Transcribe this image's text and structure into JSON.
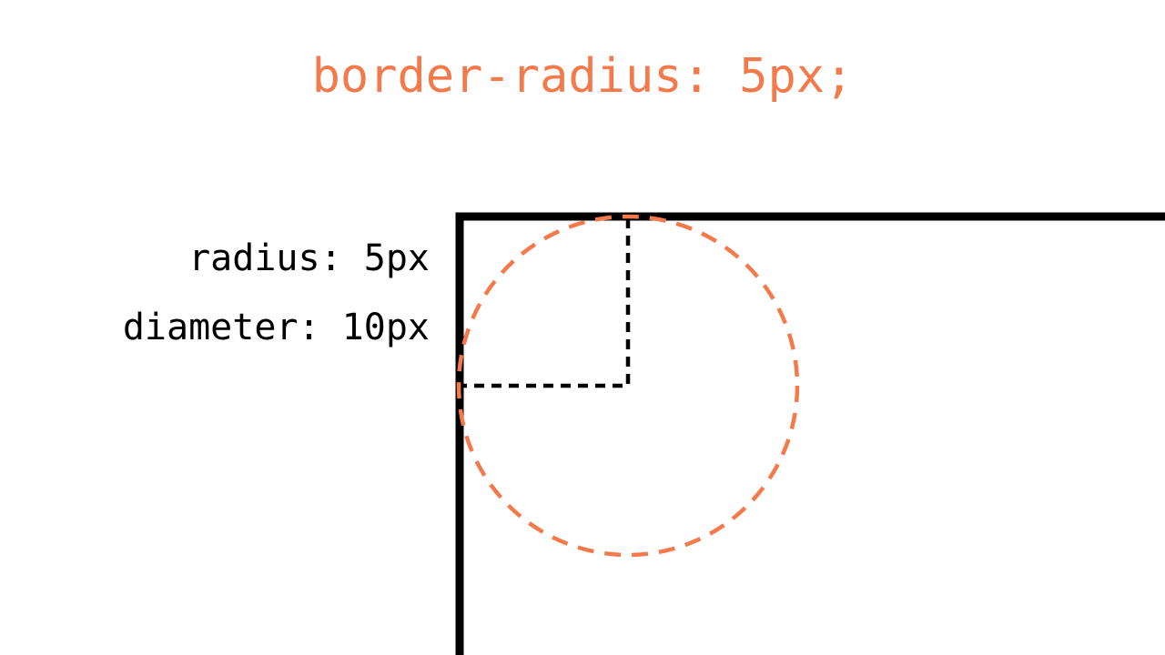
{
  "title": "border-radius: 5px;",
  "labels": {
    "radius": "radius: 5px",
    "diameter": "diameter: 10px"
  },
  "colors": {
    "accent": "#F47A4C",
    "ink": "#000000",
    "background": "#FFFFFF"
  }
}
